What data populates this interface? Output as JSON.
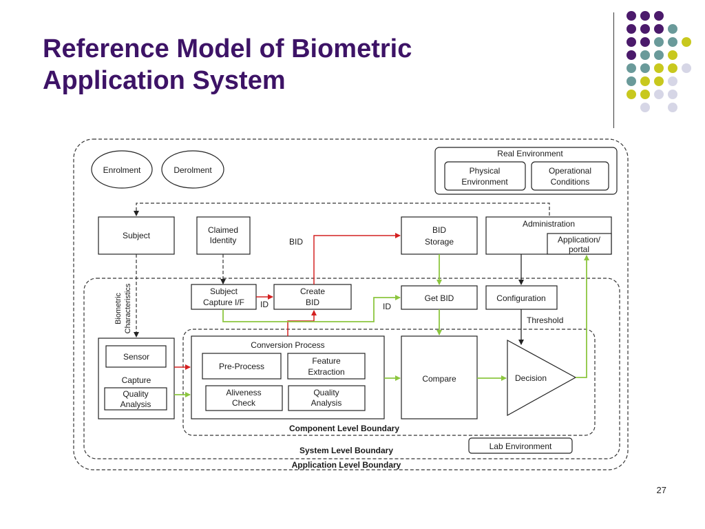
{
  "slide": {
    "title_line1": "Reference Model of Biometric",
    "title_line2": "Application System",
    "page_number": "27"
  },
  "colors": {
    "title": "#3d1366",
    "dot_purple": "#4b1a6b",
    "dot_teal": "#6a9a9a",
    "dot_yellow": "#c8c81e",
    "dot_lavender": "#d6d6e6",
    "arrow_red": "#d42020",
    "arrow_green": "#8cc63f"
  },
  "diagram": {
    "enrolment": "Enrolment",
    "derolment": "Derolment",
    "real_environment": "Real Environment",
    "physical_environment": [
      "Physical",
      "Environment"
    ],
    "operational_conditions": [
      "Operational",
      "Conditions"
    ],
    "subject": "Subject",
    "claimed_identity": [
      "Claimed",
      "Identity"
    ],
    "bid_label": "BID",
    "bid_storage": [
      "BID",
      "Storage"
    ],
    "administration": "Administration",
    "application_portal": [
      "Application/",
      "portal"
    ],
    "biometric_characteristics": [
      "Biometric",
      "Characteristics"
    ],
    "subject_capture": [
      "Subject",
      "Capture I/F"
    ],
    "id_label_1": "ID",
    "create_bid": [
      "Create",
      "BID"
    ],
    "id_label_2": "ID",
    "get_bid": "Get BID",
    "configuration": "Configuration",
    "threshold": "Threshold",
    "sensor": "Sensor",
    "capture": "Capture",
    "quality_analysis_capture": [
      "Quality",
      "Analysis"
    ],
    "conversion_process": "Conversion Process",
    "pre_process": "Pre-Process",
    "feature_extraction": [
      "Feature",
      "Extraction"
    ],
    "aliveness_check": [
      "Aliveness",
      "Check"
    ],
    "quality_analysis_conversion": [
      "Quality",
      "Analysis"
    ],
    "compare": "Compare",
    "decision": "Decision",
    "component_level_boundary": "Component Level Boundary",
    "lab_environment": "Lab Environment",
    "system_level_boundary": "System Level Boundary",
    "application_level_boundary": "Application Level Boundary"
  }
}
